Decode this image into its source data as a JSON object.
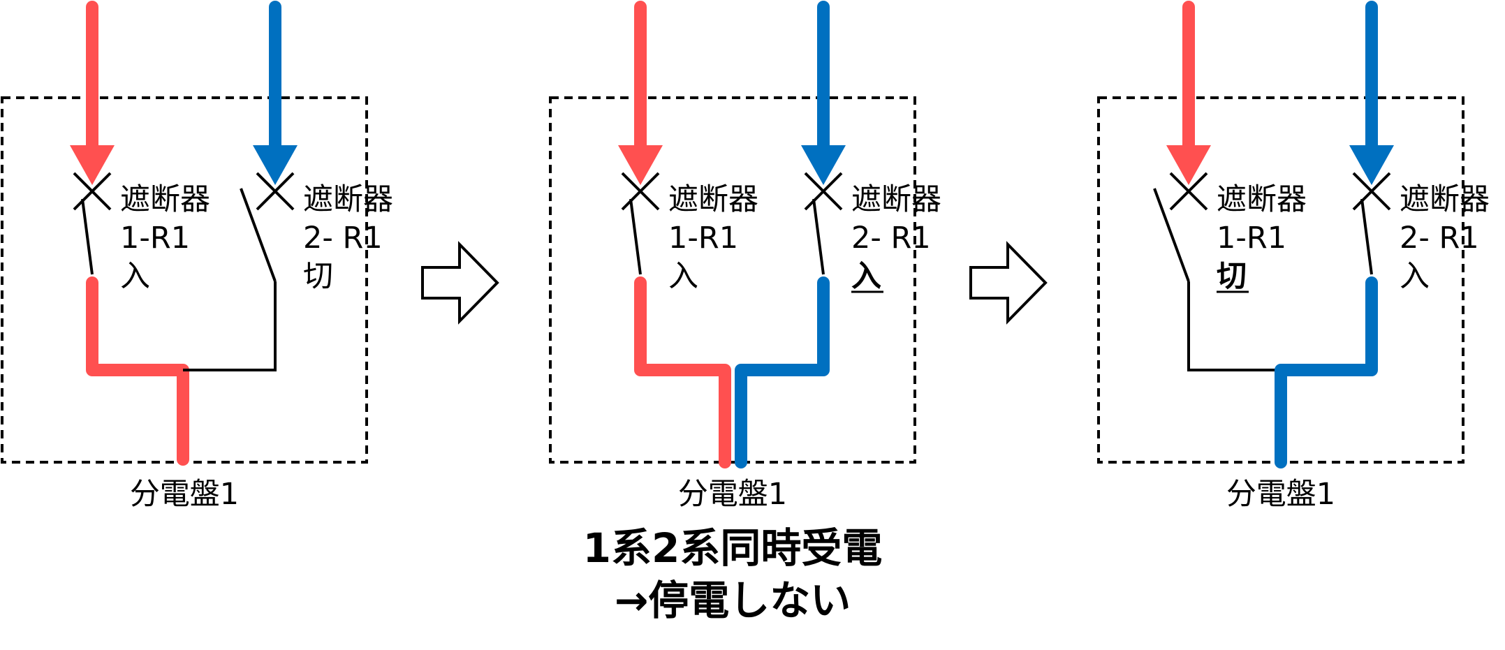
{
  "colors": {
    "system1": "#FF5050",
    "system2": "#0070C0",
    "line": "#000000"
  },
  "panels": [
    {
      "breaker1": {
        "name": "遮断器",
        "id": "1-R1",
        "state": "入"
      },
      "breaker2": {
        "name": "遮断器",
        "id": "2- R1",
        "state": "切"
      },
      "panel_label": "分電盤1"
    },
    {
      "breaker1": {
        "name": "遮断器",
        "id": "1-R1",
        "state": "入"
      },
      "breaker2": {
        "name": "遮断器",
        "id": "2- R1",
        "state": "入"
      },
      "panel_label": "分電盤1"
    },
    {
      "breaker1": {
        "name": "遮断器",
        "id": "1-R1",
        "state": "切"
      },
      "breaker2": {
        "name": "遮断器",
        "id": "2- R1",
        "state": "入"
      },
      "panel_label": "分電盤1"
    }
  ],
  "caption": {
    "line1": "1系2系同時受電",
    "line2": "→停電しない"
  }
}
